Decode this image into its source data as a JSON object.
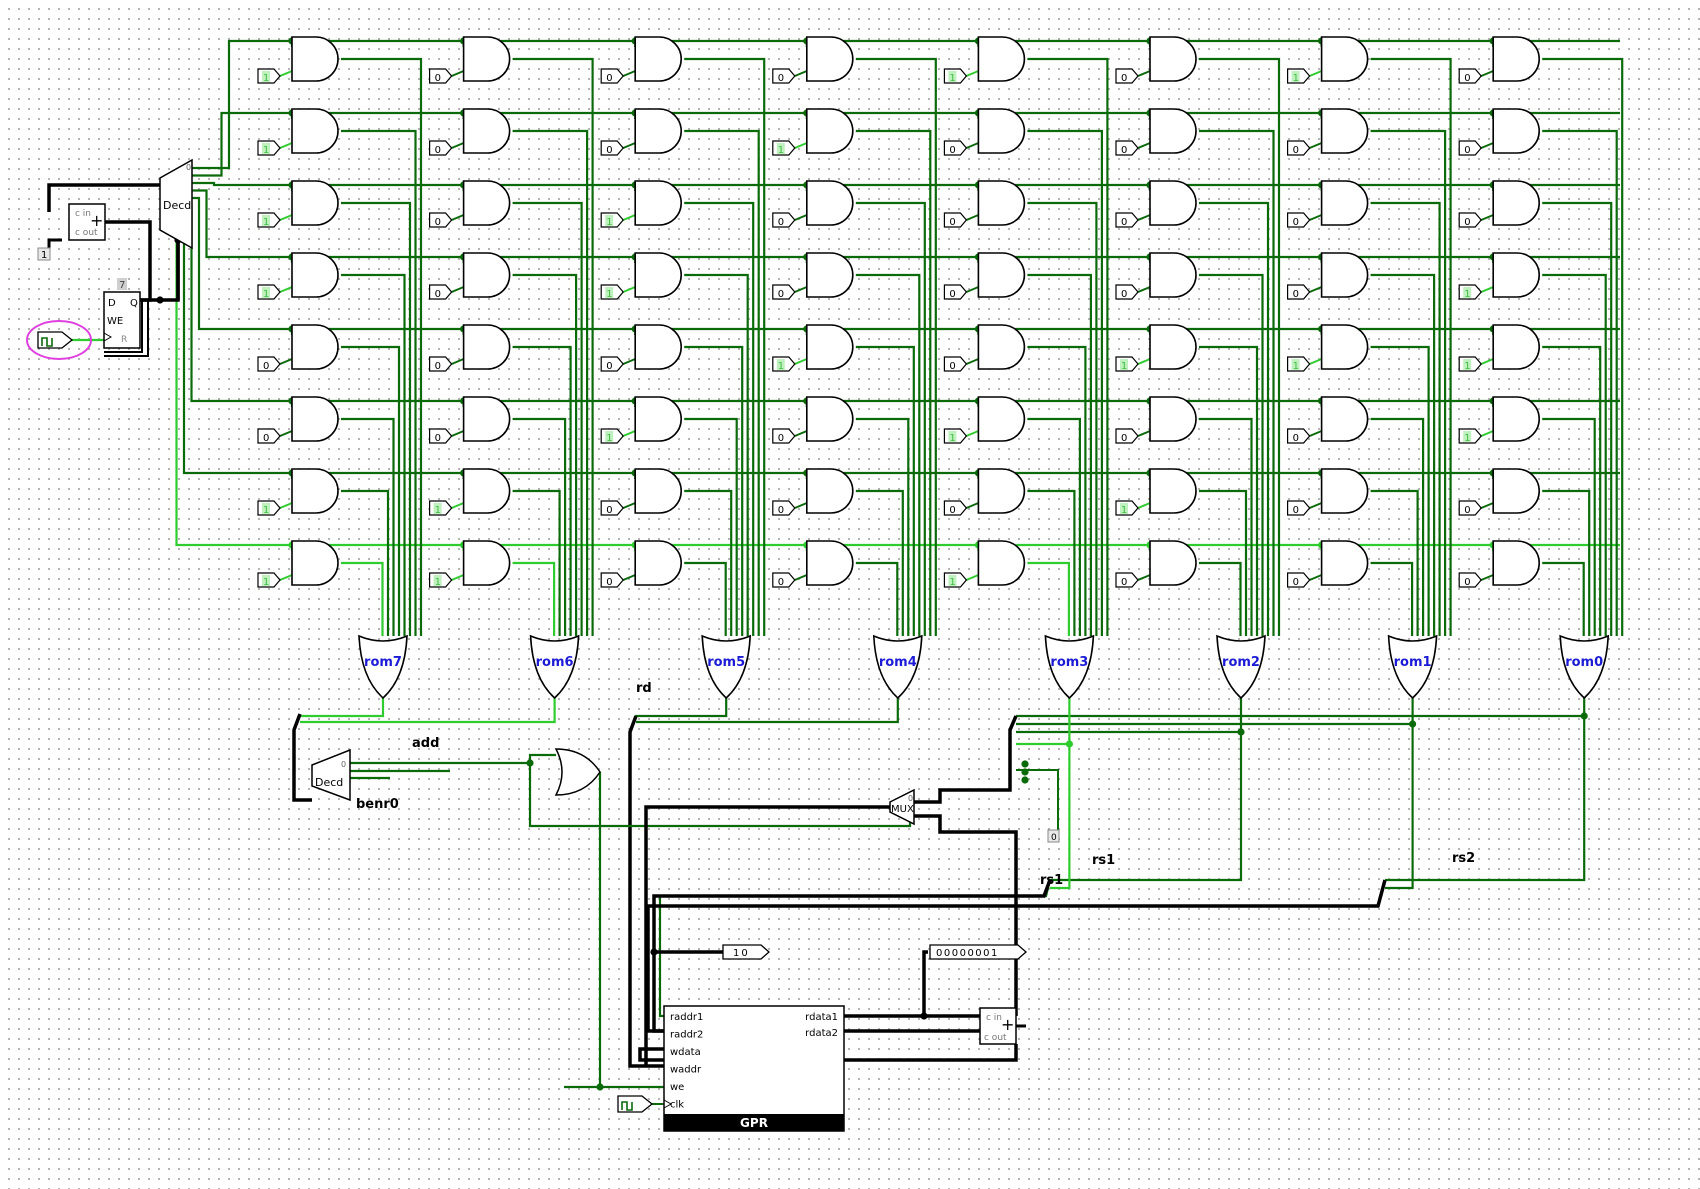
{
  "colors": {
    "wire_on": "#2ecc2e",
    "wire_off": "#0b6b0b",
    "bus": "#000000",
    "gate_stroke": "#000000",
    "label_blue": "#1c1cd6",
    "highlight": "#e040e0"
  },
  "rom_labels": [
    "rom7",
    "rom6",
    "rom5",
    "rom4",
    "rom3",
    "rom2",
    "rom1",
    "rom0"
  ],
  "rom_bits": [
    [
      "1",
      "0",
      "0",
      "0",
      "1",
      "0",
      "1",
      "0"
    ],
    [
      "1",
      "0",
      "0",
      "1",
      "0",
      "0",
      "0",
      "0"
    ],
    [
      "1",
      "0",
      "1",
      "0",
      "0",
      "0",
      "0",
      "0"
    ],
    [
      "1",
      "0",
      "1",
      "0",
      "0",
      "0",
      "0",
      "1"
    ],
    [
      "0",
      "0",
      "0",
      "1",
      "0",
      "1",
      "1",
      "1"
    ],
    [
      "0",
      "0",
      "1",
      "0",
      "1",
      "0",
      "0",
      "1"
    ],
    [
      "1",
      "1",
      "0",
      "0",
      "0",
      "1",
      "0",
      "0"
    ],
    [
      "1",
      "1",
      "0",
      "0",
      "1",
      "0",
      "0",
      "0"
    ]
  ],
  "decoder_label": "Decd",
  "decoder_out0": "0",
  "counter": {
    "cin": "c in",
    "cout": "c out",
    "plus": "+",
    "const_one": "1",
    "reg_value": "7",
    "d": "D",
    "q": "Q",
    "we": "WE",
    "r": "R"
  },
  "signals": {
    "rd": "rd",
    "add": "add",
    "benr0": "benr0",
    "rs1_top": "rs1",
    "rs1": "rs1",
    "rs2": "rs2"
  },
  "decd2": {
    "label": "Decd",
    "out0": "0"
  },
  "mux": {
    "label": "MUX",
    "sel0": "0",
    "const0": "0"
  },
  "tunnels": {
    "ten": "10",
    "one8": "00000001"
  },
  "gpr": {
    "title": "GPR",
    "inputs": [
      "raddr1",
      "raddr2",
      "wdata",
      "waddr",
      "we",
      "clk"
    ],
    "outputs": [
      "rdata1",
      "rdata2"
    ]
  },
  "adder2": {
    "cin": "c in",
    "cout": "c out",
    "plus": "+"
  }
}
